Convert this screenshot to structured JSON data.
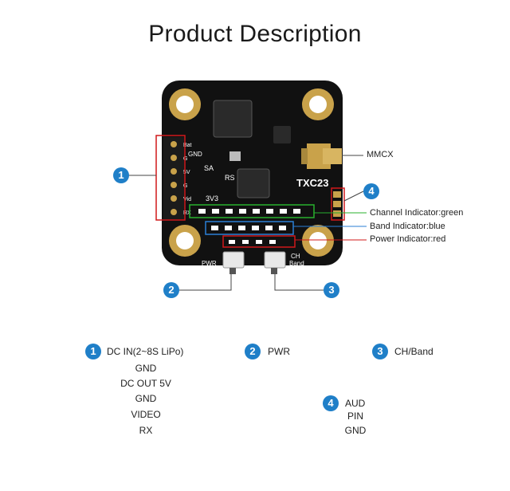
{
  "title": "Product Description",
  "board": {
    "model": "TXC23",
    "labels": {
      "gnd": "GND",
      "v3": "3V3",
      "sa": "SA",
      "rs": "RS",
      "pwr": "PWR",
      "ch": "CH",
      "band": "Band"
    },
    "pads_left": [
      "Bat",
      "G",
      "5V",
      "G",
      "Vid",
      "RX"
    ]
  },
  "callouts": {
    "mmcx": "MMCX",
    "channel_indicator": "Channel Indicator:green",
    "band_indicator": "Band Indicator:blue",
    "power_indicator": "Power Indicator:red"
  },
  "markers": [
    "1",
    "2",
    "3",
    "4"
  ],
  "legend": {
    "group1": {
      "number": "1",
      "lines": [
        "DC IN(2~8S LiPo)",
        "GND",
        "DC OUT 5V",
        "GND",
        "VIDEO",
        "RX"
      ]
    },
    "group2": {
      "number": "2",
      "label": "PWR"
    },
    "group3": {
      "number": "3",
      "label": "CH/Band"
    },
    "group4": {
      "number": "4",
      "lines": [
        "AUD",
        "PIN",
        "GND"
      ]
    }
  },
  "colors": {
    "accent_blue": "#1f7fc8",
    "board": "#111111",
    "gold": "#c9a24a",
    "callout_red": "#d0181a",
    "led_green": "#28b02e",
    "led_blue": "#2a7fd6",
    "led_red": "#d0181a"
  }
}
